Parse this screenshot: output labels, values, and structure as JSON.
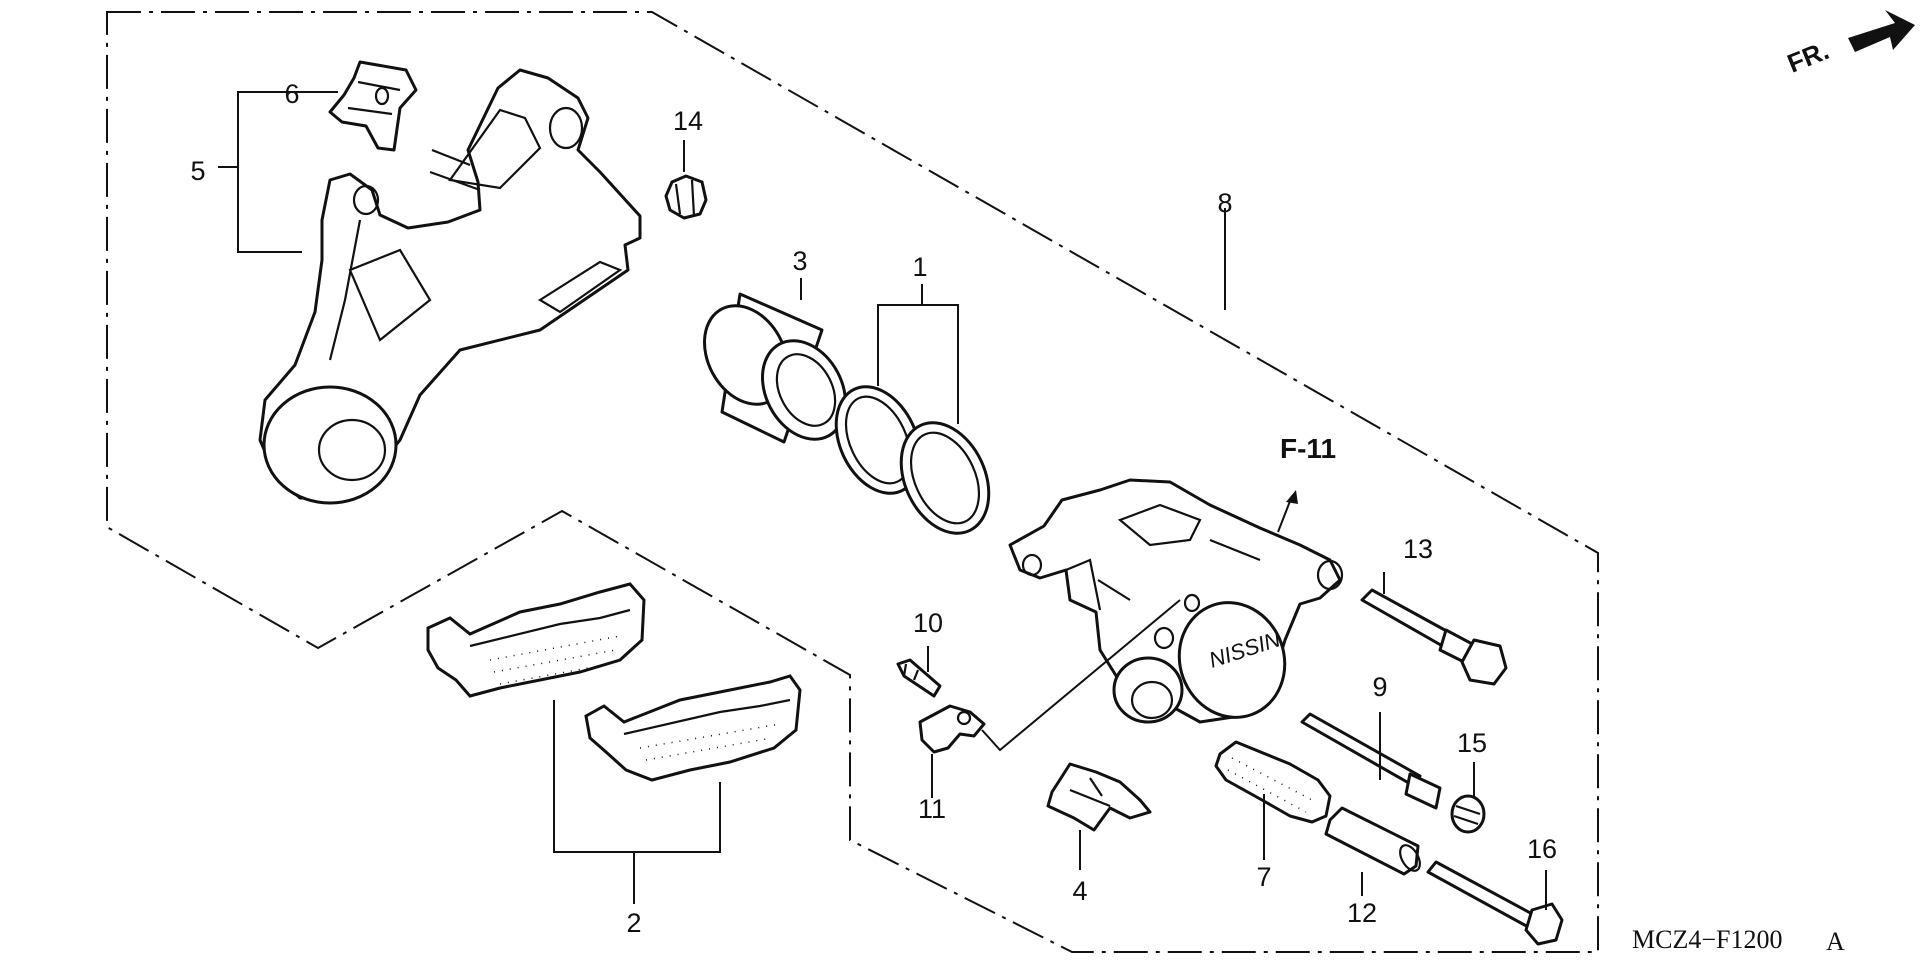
{
  "diagram": {
    "direction_label": "FR.",
    "reference_label": "F-11",
    "diagram_code": "MCZ4−F1200",
    "diagram_code_suffix": "A",
    "callouts": [
      {
        "id": "c1",
        "text": "1"
      },
      {
        "id": "c2",
        "text": "2"
      },
      {
        "id": "c3",
        "text": "3"
      },
      {
        "id": "c4",
        "text": "4"
      },
      {
        "id": "c5",
        "text": "5"
      },
      {
        "id": "c6",
        "text": "6"
      },
      {
        "id": "c7",
        "text": "7"
      },
      {
        "id": "c8",
        "text": "8"
      },
      {
        "id": "c9",
        "text": "9"
      },
      {
        "id": "c10",
        "text": "10"
      },
      {
        "id": "c11",
        "text": "11"
      },
      {
        "id": "c12",
        "text": "12"
      },
      {
        "id": "c13",
        "text": "13"
      },
      {
        "id": "c14",
        "text": "14"
      },
      {
        "id": "c15",
        "text": "15"
      },
      {
        "id": "c16",
        "text": "16"
      }
    ]
  }
}
